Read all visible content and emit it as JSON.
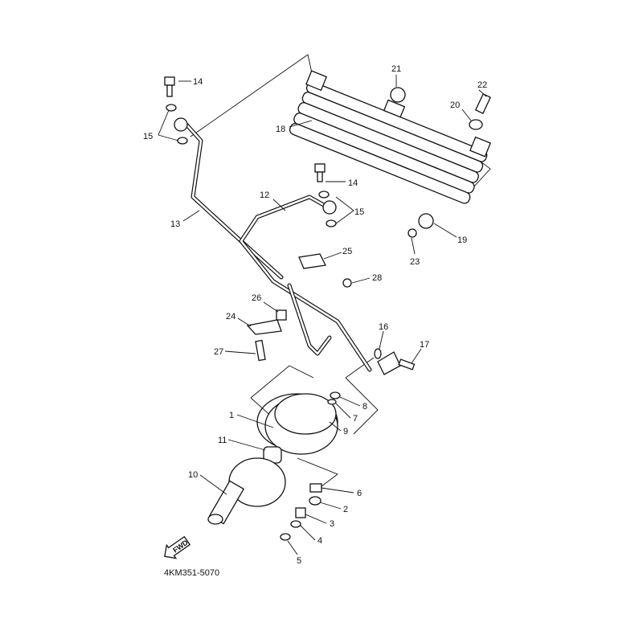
{
  "diagram_code": "4KM351-5070",
  "fwd_label": "FWD",
  "callouts": {
    "p1": "1",
    "p2": "2",
    "p3": "3",
    "p4": "4",
    "p5": "5",
    "p6": "6",
    "p7": "7",
    "p8": "8",
    "p9": "9",
    "p10": "10",
    "p11": "11",
    "p12": "12",
    "p13": "13",
    "p14a": "14",
    "p14b": "14",
    "p15a": "15",
    "p15b": "15",
    "p16": "16",
    "p17": "17",
    "p18": "18",
    "p19": "19",
    "p20": "20",
    "p21": "21",
    "p22": "22",
    "p23": "23",
    "p24": "24",
    "p25": "25",
    "p26": "26",
    "p27": "27",
    "p28": "28"
  }
}
